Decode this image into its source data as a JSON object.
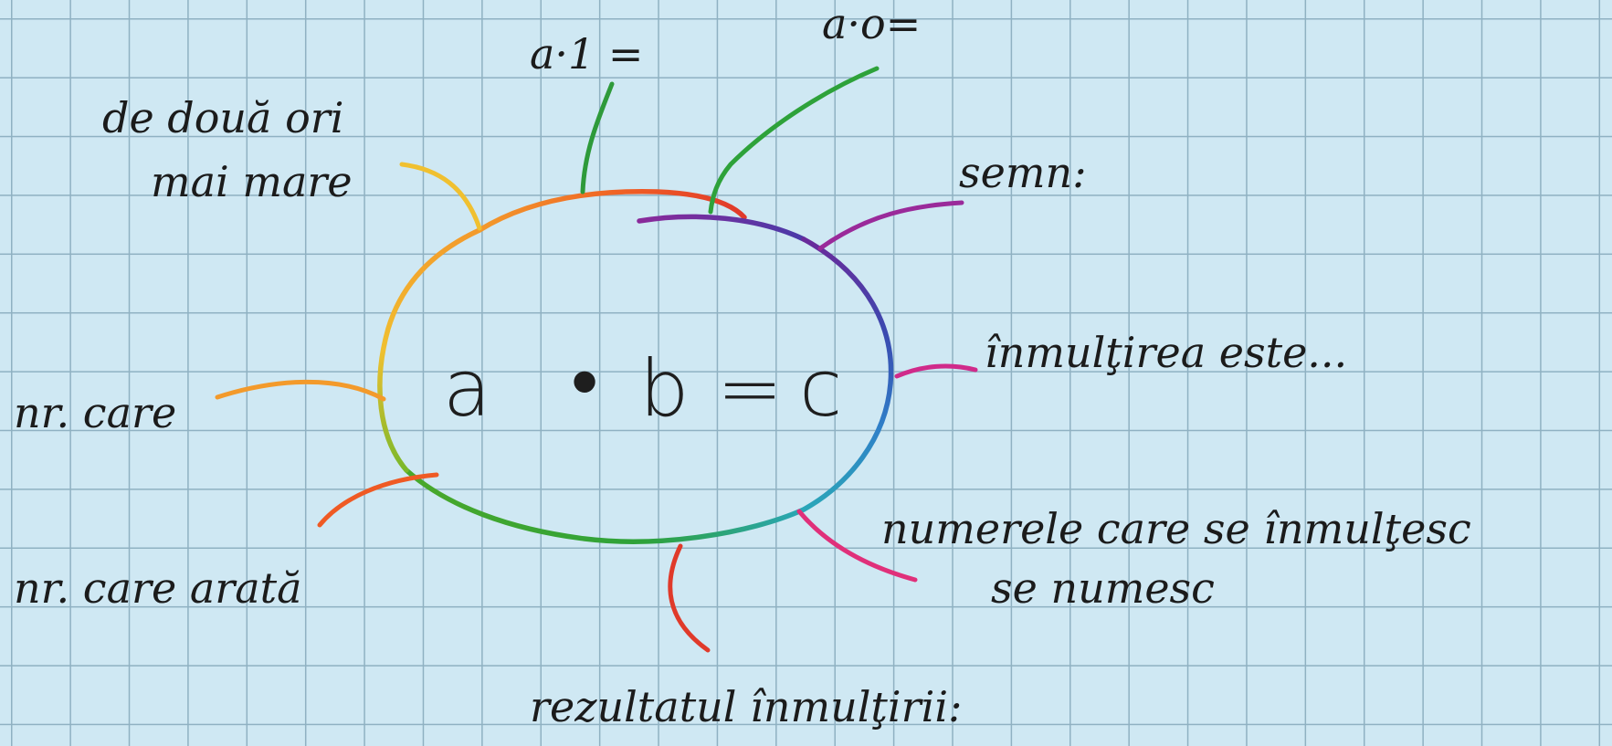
{
  "formula": {
    "a": "a",
    "dot": "•",
    "b": "b",
    "equals": "=",
    "c": "c"
  },
  "labels": {
    "a_times_1": "a·1 =",
    "a_times_0": "a·o=",
    "double_line1": "de două ori",
    "double_line2": "mai mare",
    "sign": "semn:",
    "multiplication_is": "înmulţirea este...",
    "nr_care": "nr. care",
    "factors_line1": "numerele care se înmulţesc",
    "factors_line2": "se numesc",
    "nr_care_arata": "nr. care arată",
    "result": "rezultatul înmulţirii:"
  },
  "colors": {
    "paper": "#cfe8f3",
    "grid": "#8fb1c2",
    "red": "#e03a2a",
    "orange_red": "#ef5a24",
    "orange": "#f39a2b",
    "yellow": "#f0c030",
    "green": "#2ea23a",
    "teal": "#2aa6b8",
    "blue": "#2f78c8",
    "indigo": "#4a3aa8",
    "purple": "#8a2a9a",
    "magenta": "#d02a8a",
    "pink": "#e0307a"
  }
}
